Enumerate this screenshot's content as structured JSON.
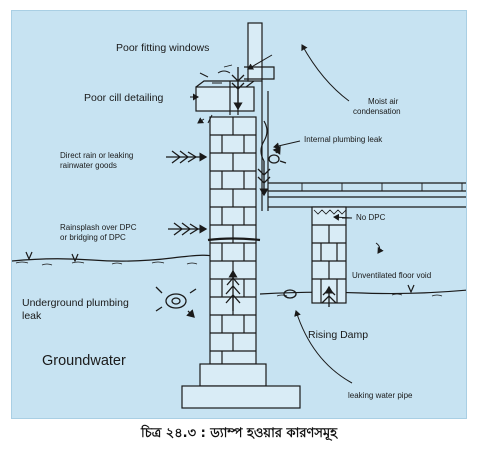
{
  "labels": {
    "poor_fitting_windows": "Poor fitting windows",
    "poor_cill_detailing": "Poor cill detailing",
    "moist_air_line1": "Moist air",
    "moist_air_line2": "condensation",
    "direct_rain_line1": "Direct rain or leaking",
    "direct_rain_line2": "rainwater goods",
    "internal_plumbing_leak": "Internal plumbing leak",
    "no_dpc": "No DPC",
    "rainsplash_line1": "Rainsplash over DPC",
    "rainsplash_line2": "or bridging of DPC",
    "unventilated_floor_void": "Unventilated floor void",
    "underground_plumbing_line1": "Underground plumbing",
    "underground_plumbing_line2": "leak",
    "rising_damp": "Rising Damp",
    "groundwater": "Groundwater",
    "leaking_water_pipe": "leaking water pipe"
  },
  "caption": "চিত্র ২৪.৩ : ড্যাম্প হওয়ার কারণসমূহ",
  "colors": {
    "background": "#c7e3f2",
    "line": "#1a1a1a"
  }
}
